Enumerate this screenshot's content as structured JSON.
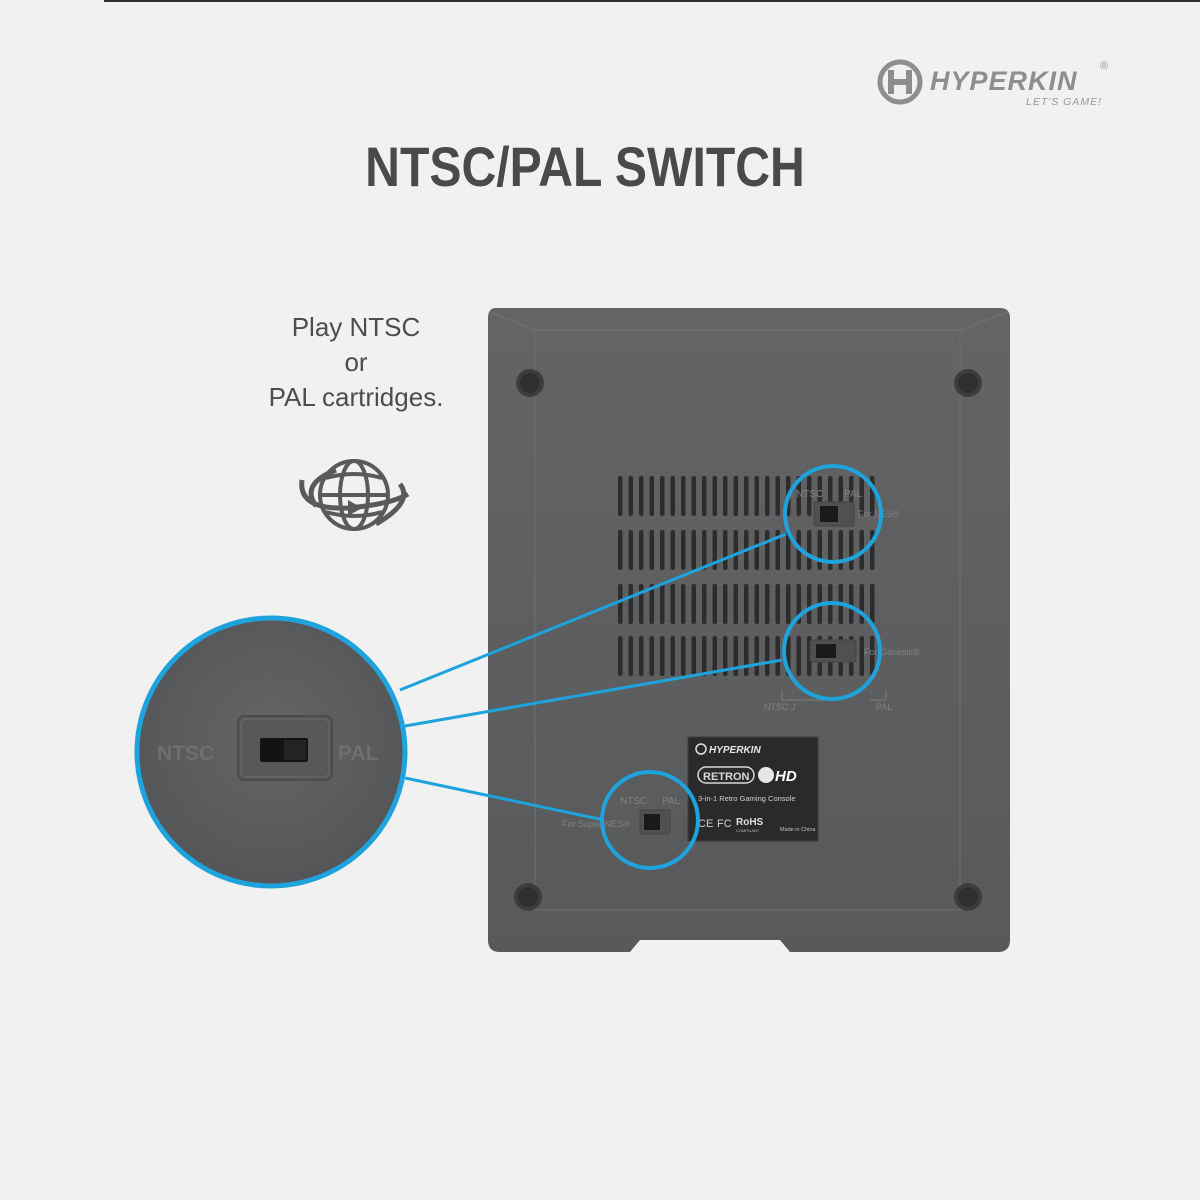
{
  "brand": {
    "name": "HYPERKIN",
    "registered": "®",
    "tagline": "LET'S GAME!"
  },
  "title": "NTSC/PAL SWITCH",
  "caption": {
    "line1": "Play NTSC",
    "line2": "or",
    "line3": "PAL cartridges."
  },
  "zoom_switch": {
    "left_label": "NTSC",
    "right_label": "PAL"
  },
  "console": {
    "switch_snes": {
      "left_label": "NTSC",
      "right_label": "PAL",
      "for_label": "For NES®"
    },
    "switch_genesis": {
      "for_label": "For Genesis®",
      "left_label": "NTSC J",
      "right_label": "PAL"
    },
    "switch_nes": {
      "left_label": "NTSC",
      "right_label": "PAL",
      "for_label": "For Super NES®"
    },
    "product_label": {
      "brand": "HYPERKIN",
      "product": "RETRON",
      "product_suffix": "HD",
      "description": "3-in-1 Retro Gaming Console",
      "cert_ce": "CE",
      "cert_fc": "FC",
      "cert_rohs": "RoHS",
      "cert_rohs_sub": "COMPLIANT",
      "made_in": "Made in China"
    }
  },
  "colors": {
    "accent": "#1ea3dc",
    "body": "#5d5e60",
    "text": "#4a4a4a",
    "logo": "#8e8e8e",
    "background": "#f1f1f1"
  }
}
